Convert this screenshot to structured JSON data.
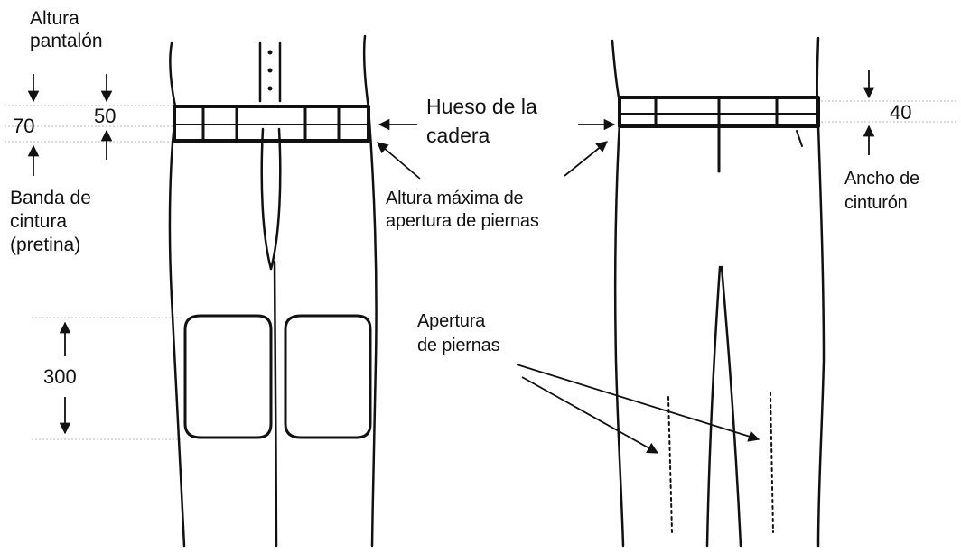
{
  "labels": {
    "altura_pantalon": [
      "Altura",
      "pantalón"
    ],
    "banda_cintura": [
      "Banda de",
      "cintura",
      "(pretina)"
    ],
    "hueso_cadera": [
      "Hueso de la",
      "cadera"
    ],
    "altura_maxima": [
      "Altura máxima de",
      "apertura de piernas"
    ],
    "ancho_cinturon": [
      "Ancho de",
      "cinturón"
    ],
    "apertura_piernas": [
      "Apertura",
      "de piernas"
    ]
  },
  "measurements": {
    "altura_pantalon": "70",
    "banda_cintura": "50",
    "cinturon": "40",
    "rodillera": "300"
  },
  "colors": {
    "ink": "#111111",
    "guide": "#b8b8b8"
  }
}
